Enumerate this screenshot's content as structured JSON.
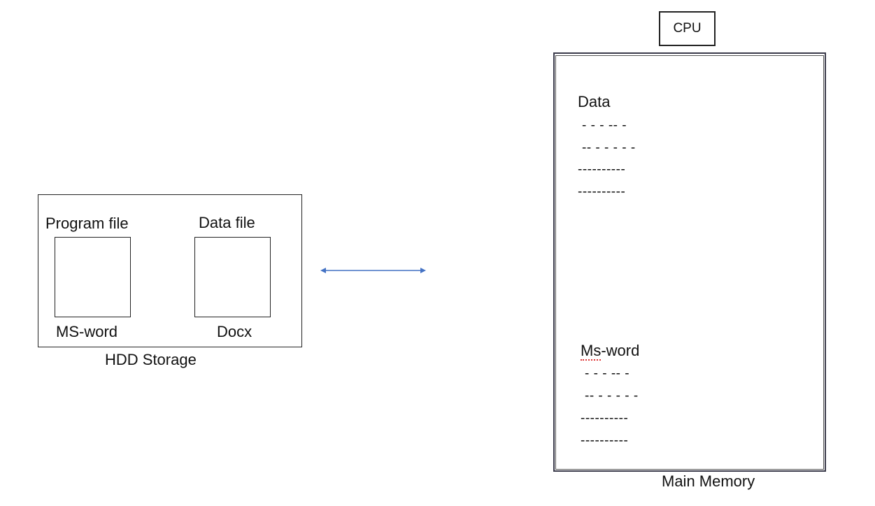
{
  "hdd": {
    "label": "HDD Storage",
    "program_file": {
      "title": "Program file",
      "caption": "MS-word"
    },
    "data_file": {
      "title": "Data file",
      "caption": "Docx"
    }
  },
  "cpu": {
    "label": "CPU"
  },
  "memory": {
    "label": "Main Memory",
    "data_block": {
      "title": "Data",
      "lines": [
        "- - - -- -",
        "-- - - - - -",
        "----------",
        "----------"
      ]
    },
    "program_block": {
      "title_part1": "Ms",
      "title_part2": "-word",
      "lines": [
        "- - - -- -",
        "-- - - - - -",
        "----------",
        "----------"
      ]
    }
  },
  "colors": {
    "arrow": "#4472c4",
    "border": "#222222",
    "spellcheck": "#dd3333"
  },
  "connector": {
    "type": "bidirectional-arrow"
  }
}
